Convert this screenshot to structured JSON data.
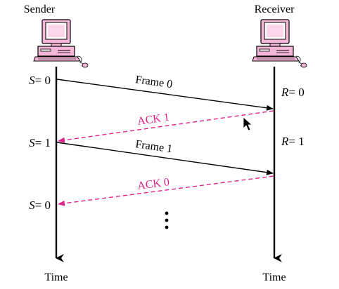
{
  "sender": {
    "title": "Sender",
    "axis_label": "Time"
  },
  "receiver": {
    "title": "Receiver",
    "axis_label": "Time"
  },
  "sender_states": [
    {
      "var": "S",
      "eq": "= 0"
    },
    {
      "var": "S",
      "eq": "= 1"
    },
    {
      "var": "S",
      "eq": "= 0"
    }
  ],
  "receiver_states": [
    {
      "var": "R",
      "eq": "= 0"
    },
    {
      "var": "R",
      "eq": "= 1"
    }
  ],
  "messages": [
    {
      "label": "Frame 0",
      "direction": "sender-to-receiver",
      "style": "solid",
      "color": "#000000"
    },
    {
      "label": "ACK 1",
      "direction": "receiver-to-sender",
      "style": "dashed",
      "color": "#e0218a"
    },
    {
      "label": "Frame 1",
      "direction": "sender-to-receiver",
      "style": "solid",
      "color": "#000000"
    },
    {
      "label": "ACK 0",
      "direction": "receiver-to-sender",
      "style": "dashed",
      "color": "#e0218a"
    }
  ],
  "colors": {
    "computer_fill": "#f6b6d8",
    "computer_stroke": "#000000",
    "ack": "#e0218a"
  },
  "icons": {
    "computer": "desktop-computer-icon",
    "cursor": "mouse-pointer-icon",
    "continuation": "vertical-ellipsis-icon"
  }
}
